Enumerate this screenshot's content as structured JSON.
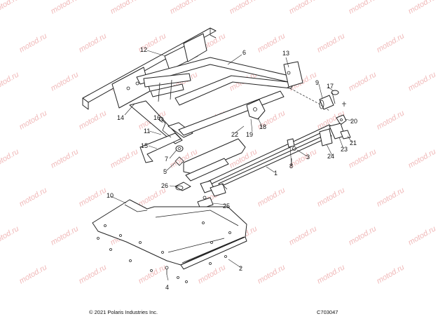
{
  "watermark": "motod.ru",
  "footer": {
    "copyright": "© 2021 Polaris Industries Inc.",
    "drawing_id": "C703047"
  },
  "callouts": {
    "c1": "1",
    "c2": "2",
    "c3": "3",
    "c4": "4",
    "c5": "5",
    "c6": "6",
    "c7": "7",
    "c8": "8",
    "c9": "9",
    "c10": "10",
    "c11": "11",
    "c12": "12",
    "c13": "13",
    "c14": "14",
    "c15": "15",
    "c16": "16",
    "c17": "17",
    "c18": "18",
    "c19": "19",
    "c20": "20",
    "c21": "21",
    "c22": "22",
    "c23": "23",
    "c24": "24",
    "c25": "25",
    "c26": "26"
  }
}
